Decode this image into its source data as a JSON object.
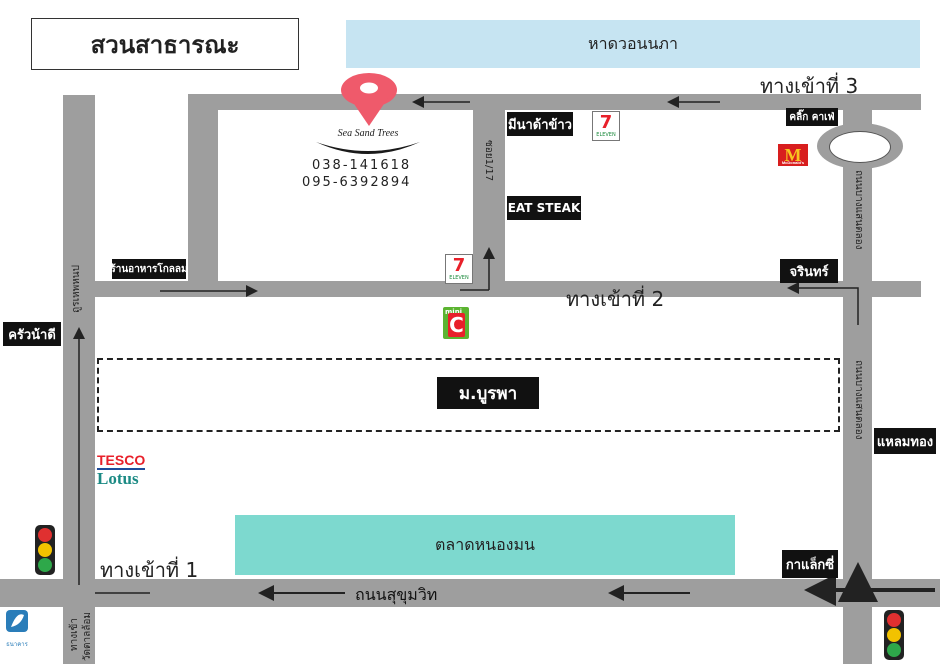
{
  "title": "สวนสาธารณะ",
  "beach_label": "หาดวอนนภา",
  "gates": {
    "gate1": "ทางเข้าที่ 1",
    "gate2": "ทางเข้าที่ 2",
    "gate3": "ทางเข้าที่ 3"
  },
  "hotel": {
    "name": "Sea Sand Trees",
    "phone1": "038-141618",
    "phone2": "095-6392894"
  },
  "areas": {
    "university": "ม.บูรพา",
    "market": "ตลาดหนองมน",
    "main_road": "ถนนสุขุมวิท"
  },
  "places": {
    "mina_khao": "มีนาด้าข้าว",
    "click_cafe": "คลิ๊ก คาเฟ่",
    "eat_steak": "EAT STEAK",
    "klonglom": "ร้านอาหารโกลลม",
    "jarin": "จรินทร์",
    "kruanadee": "ครัวน้าดี",
    "laemthong": "แหลมทอง",
    "galaxy": "กาแล็กซี่"
  },
  "road_labels": {
    "soi_left": "ซอย1/17",
    "road_left": "ถูรเหพหนป",
    "road_right_top": "ถนนบางแสนตลอง",
    "road_right_mid": "ถนนบางแสนตลอง",
    "bottom_left_1": "ทางเข้า",
    "bottom_left_2": "วัดตาลล้อม"
  },
  "brands": {
    "tesco": "TESCO",
    "lotus": "Lotus",
    "seven1": "7",
    "seven1_sub": "ELEVEN",
    "seven2": "7",
    "seven2_sub": "ELEVEN",
    "mini_c": "mini",
    "mini_c_big": "C",
    "mcd": "M",
    "mcd_sub": "McDonald's",
    "bank": "ธนาคาร"
  },
  "colors": {
    "road": "#9e9e9e",
    "beach": "#c6e4f2",
    "market": "#7dd9cf",
    "pin": "#ef5a6b"
  }
}
